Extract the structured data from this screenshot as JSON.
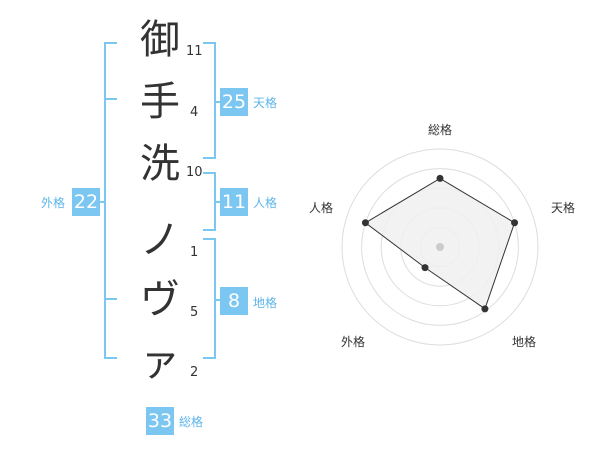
{
  "name": {
    "chars": [
      {
        "char": "御",
        "strokes": "11"
      },
      {
        "char": "手",
        "strokes": "4"
      },
      {
        "char": "洗",
        "strokes": "10"
      },
      {
        "char": "ノ",
        "strokes": "1"
      },
      {
        "char": "ヴ",
        "strokes": "5"
      },
      {
        "char": "ァ",
        "strokes": "2"
      }
    ]
  },
  "kaku": {
    "tenkaku": {
      "value": "25",
      "label": "天格"
    },
    "jinkaku": {
      "value": "11",
      "label": "人格"
    },
    "chikaku": {
      "value": "8",
      "label": "地格"
    },
    "gaikaku": {
      "value": "22",
      "label": "外格"
    },
    "soukaku": {
      "value": "33",
      "label": "総格"
    }
  },
  "radar": {
    "axes": [
      "総格",
      "天格",
      "地格",
      "外格",
      "人格"
    ],
    "scores": [
      3.5,
      4,
      3.9,
      1.3,
      4
    ],
    "max": 5,
    "colors": {
      "grid": "#dddddd",
      "fill": "#f0f0f0",
      "line": "#333333",
      "point": "#333333",
      "center": "#cccccc"
    }
  }
}
